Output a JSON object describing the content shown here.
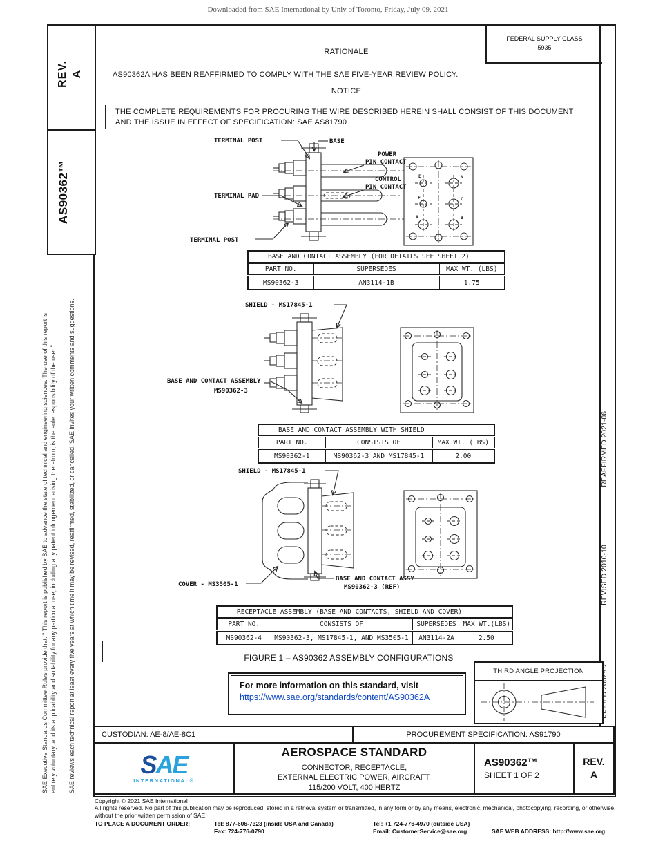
{
  "header": {
    "download_notice": "Downloaded from SAE International by Univ of Toronto, Friday, July 09, 2021"
  },
  "left_panel": {
    "rev_label": "REV.",
    "rev_value": "A",
    "doc_number": "AS90362™",
    "disclaimer_line1": "SAE Executive Standards Committee Rules provide that: \" This report is published by SAE to advance the state of technical and engineering sciences. The use of this report is",
    "disclaimer_line2": "entirely voluntary, and its applicability and suitability for any particular use, including any patent infringement arising therefrom, is the sole responsibility of the user.\"",
    "disclaimer_line3": "SAE reviews each technical report at least every five years at which time it may be revised, reaffirmed, stabilized, or cancelled. SAE invites your written comments and suggestions."
  },
  "right_panel": {
    "issued": "ISSUED 2002-02",
    "revised": "REVISED 2010-10",
    "reaffirmed": "REAFFIRMED 2021-06"
  },
  "federal_supply_class": {
    "label": "FEDERAL SUPPLY CLASS",
    "value": "5935"
  },
  "rationale": {
    "heading": "RATIONALE",
    "body": "AS90362A HAS BEEN REAFFIRMED TO COMPLY WITH THE SAE FIVE-YEAR REVIEW POLICY."
  },
  "notice": {
    "heading": "NOTICE",
    "body": "THE COMPLETE REQUIREMENTS FOR PROCURING THE WIRE DESCRIBED HEREIN SHALL CONSIST OF THIS DOCUMENT AND THE ISSUE IN EFFECT OF SPECIFICATION: SAE AS81790"
  },
  "figure": {
    "caption": "FIGURE 1 – AS90362 ASSEMBLY CONFIGURATIONS",
    "view1": {
      "terminal_post_top": "TERMINAL POST",
      "base": "BASE",
      "power_line1": "POWER",
      "power_line2": "PIN CONTACT",
      "control_line1": "CONTROL",
      "control_line2": "PIN CONTACT",
      "terminal_pad": "TERMINAL PAD",
      "terminal_post_bottom": "TERMINAL POST",
      "pin_labels": [
        "E",
        "N",
        "F",
        "C",
        "A",
        "B"
      ]
    },
    "view2": {
      "shield": "SHIELD - MS17845-1",
      "assembly_line1": "BASE AND CONTACT ASSEMBLY",
      "assembly_line2": "MS90362-3"
    },
    "view3": {
      "shield": "SHIELD - MS17845-1",
      "cover": "COVER - MS3505-1",
      "assy_line1": "BASE AND CONTACT ASSY",
      "assy_line2": "MS90362-3 (REF)"
    }
  },
  "tables": [
    {
      "title": "BASE AND CONTACT ASSEMBLY (FOR DETAILS SEE SHEET 2)",
      "headers": [
        "PART NO.",
        "SUPERSEDES",
        "MAX WT. (LBS)"
      ],
      "rows": [
        [
          "MS90362-3",
          "AN3114-1B",
          "1.75"
        ]
      ]
    },
    {
      "title": "BASE AND CONTACT ASSEMBLY WITH SHIELD",
      "headers": [
        "PART NO.",
        "CONSISTS OF",
        "MAX WT. (LBS)"
      ],
      "rows": [
        [
          "MS90362-1",
          "MS90362-3 AND MS17845-1",
          "2.00"
        ]
      ]
    },
    {
      "title": "RECEPTACLE ASSEMBLY (BASE AND CONTACTS, SHIELD AND COVER)",
      "headers": [
        "PART NO.",
        "CONSISTS OF",
        "SUPERSEDES",
        "MAX WT.(LBS)"
      ],
      "rows": [
        [
          "MS90362-4",
          "MS90362-3, MS17845-1, AND MS3505-1",
          "AN3114-2A",
          "2.50"
        ]
      ]
    }
  ],
  "info_box": {
    "text": "For more information on this standard, visit",
    "link": "https://www.sae.org/standards/content/AS90362A"
  },
  "projection": {
    "label": "THIRD ANGLE PROJECTION"
  },
  "title_block": {
    "custodian": "CUSTODIAN: AE-8/AE-8C1",
    "procurement": "PROCUREMENT SPECIFICATION: AS91790",
    "logo_text_1": "S",
    "logo_text_2": "AE",
    "logo_subtext": "INTERNATIONAL®",
    "standard_type": "AEROSPACE STANDARD",
    "title_line1": "CONNECTOR, RECEPTACLE,",
    "title_line2": "EXTERNAL ELECTRIC POWER, AIRCRAFT,",
    "title_line3": "115/200 VOLT, 400 HERTZ",
    "doc_number": "AS90362™",
    "sheet": "SHEET 1 OF 2",
    "rev_label": "REV.",
    "rev_value": "A"
  },
  "footer": {
    "copyright": "Copyright © 2021 SAE International",
    "rights": "All rights reserved. No part of this publication may be reproduced, stored in a retrieval system or transmitted, in any form or by any means, electronic, mechanical, photocopying, recording, or otherwise, without the prior written permission of SAE.",
    "order_label": "TO PLACE A DOCUMENT ORDER:",
    "tel_inside": "Tel: 877-606-7323 (inside USA and Canada)",
    "tel_outside": "Tel: +1 724-776-4970 (outside USA)",
    "fax": "Fax: 724-776-0790",
    "email": "Email: CustomerService@sae.org",
    "web": "SAE WEB ADDRESS: http://www.sae.org"
  },
  "colors": {
    "sae_dark_blue": "#1b4e9b",
    "sae_light_blue": "#2aa3dc",
    "link_blue": "#0b47c4"
  }
}
